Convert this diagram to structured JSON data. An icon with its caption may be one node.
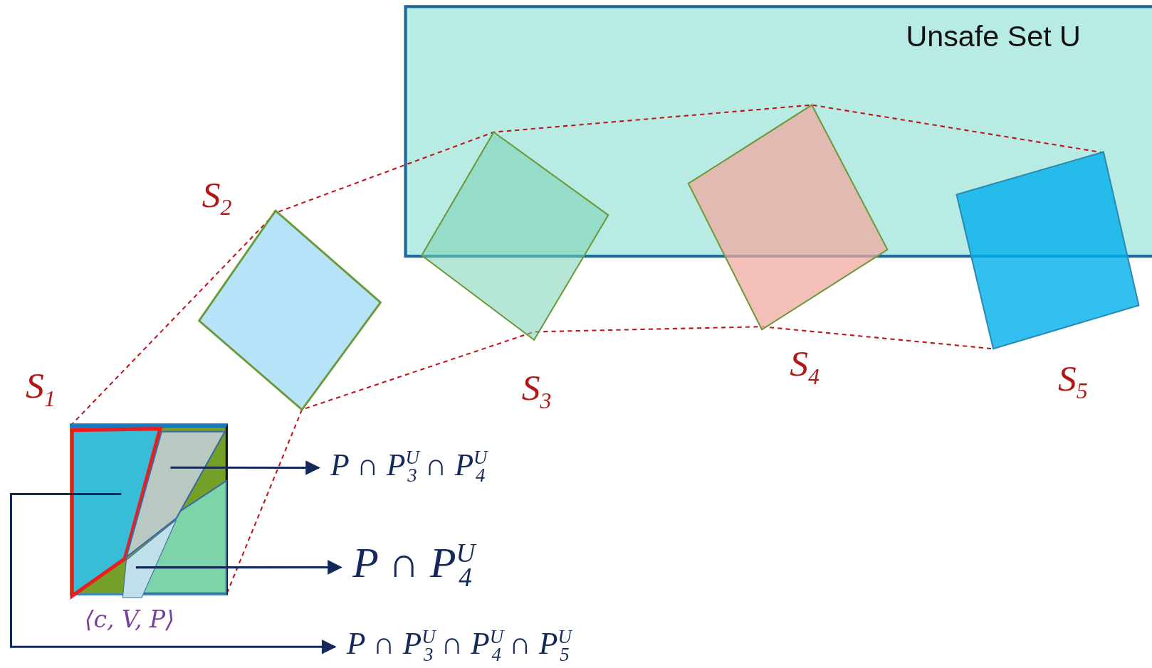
{
  "diagram": {
    "nodes": [
      {
        "text": [
          "Unsafe Set U"
        ]
      },
      {
        "text": [],
        "shape": "diamond",
        "beside": [
          "S$_{2}$"
        ]
      },
      {
        "text": [],
        "shape": "box",
        "beside": [
          "S$_{3}$"
        ]
      },
      {
        "text": [],
        "shape": "box",
        "beside": [
          "S$_{4}$"
        ]
      },
      {
        "text": [],
        "shape": "box",
        "beside": [
          "S$_{5}$"
        ]
      },
      {
        "text": [],
        "shape": "box",
        "beside": [
          "S$_{1}$",
          "⟨c, V, P⟩"
        ]
      },
      {
        "text": [],
        "shape": "box",
        "in": 5
      },
      {
        "text": [],
        "shape": "box",
        "in": 5
      },
      {
        "text": [],
        "shape": "box",
        "in": 5
      },
      {
        "text": [
          "P ∩ P$^{U}$$_{3}$ ∩ P$^{U}$$_{4}$"
        ]
      },
      {
        "text": [
          "P ∩ P$^{U}$$_{4}$"
        ]
      },
      {
        "text": [
          "P ∩ P$^{U}$$_{3}$ ∩ P$^{U}$$_{4}$ ∩ P$^{U}$$_{5}$"
        ]
      }
    ],
    "edges": [
      {
        "from": 7,
        "to": 9,
        "arrow": "to"
      },
      {
        "from": 8,
        "to": 10,
        "arrow": "to"
      },
      {
        "from": 6,
        "to": 11,
        "arrow": "to"
      }
    ]
  }
}
